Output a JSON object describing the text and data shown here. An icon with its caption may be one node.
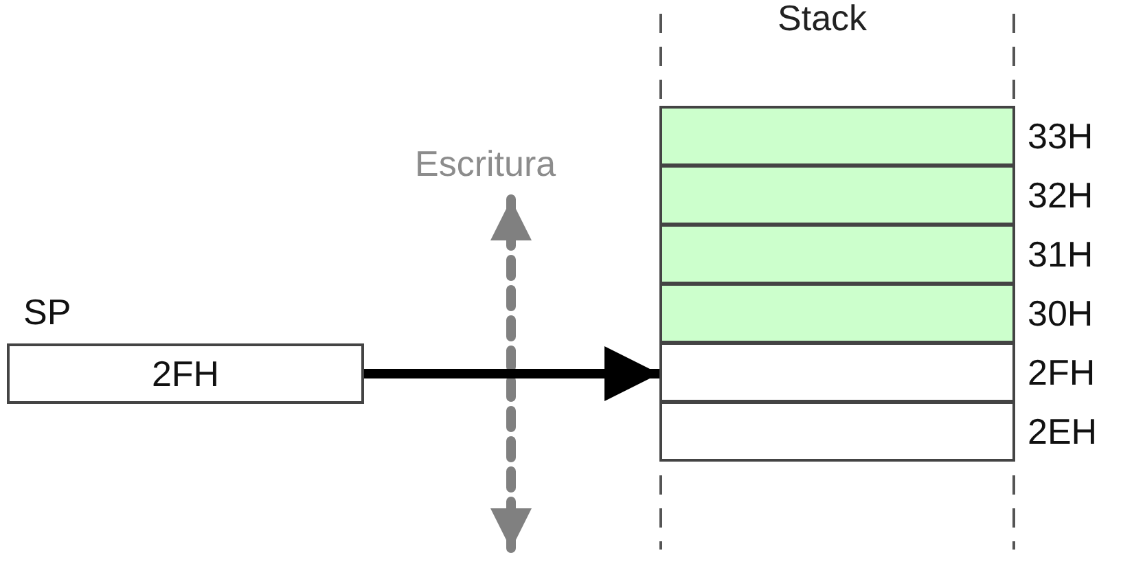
{
  "diagram": {
    "nodes": [
      {
        "text": [
          "SP",
          "2FH"
        ]
      },
      {
        "text": [],
        "shape": "box",
        "beside": [
          "33H"
        ]
      },
      {
        "text": [],
        "shape": "box",
        "beside": [
          "32H"
        ]
      },
      {
        "text": [],
        "shape": "box",
        "beside": [
          "31H"
        ]
      },
      {
        "text": [],
        "shape": "box",
        "beside": [
          "30H"
        ]
      },
      {
        "text": [],
        "shape": "box",
        "beside": [
          "2FH"
        ]
      },
      {
        "text": [],
        "shape": "box",
        "beside": [
          "2EH"
        ]
      }
    ],
    "edges": [
      {
        "from": 0,
        "to": 5,
        "arrow": "to"
      }
    ],
    "labels": [
      "Stack",
      "Escritura"
    ]
  }
}
